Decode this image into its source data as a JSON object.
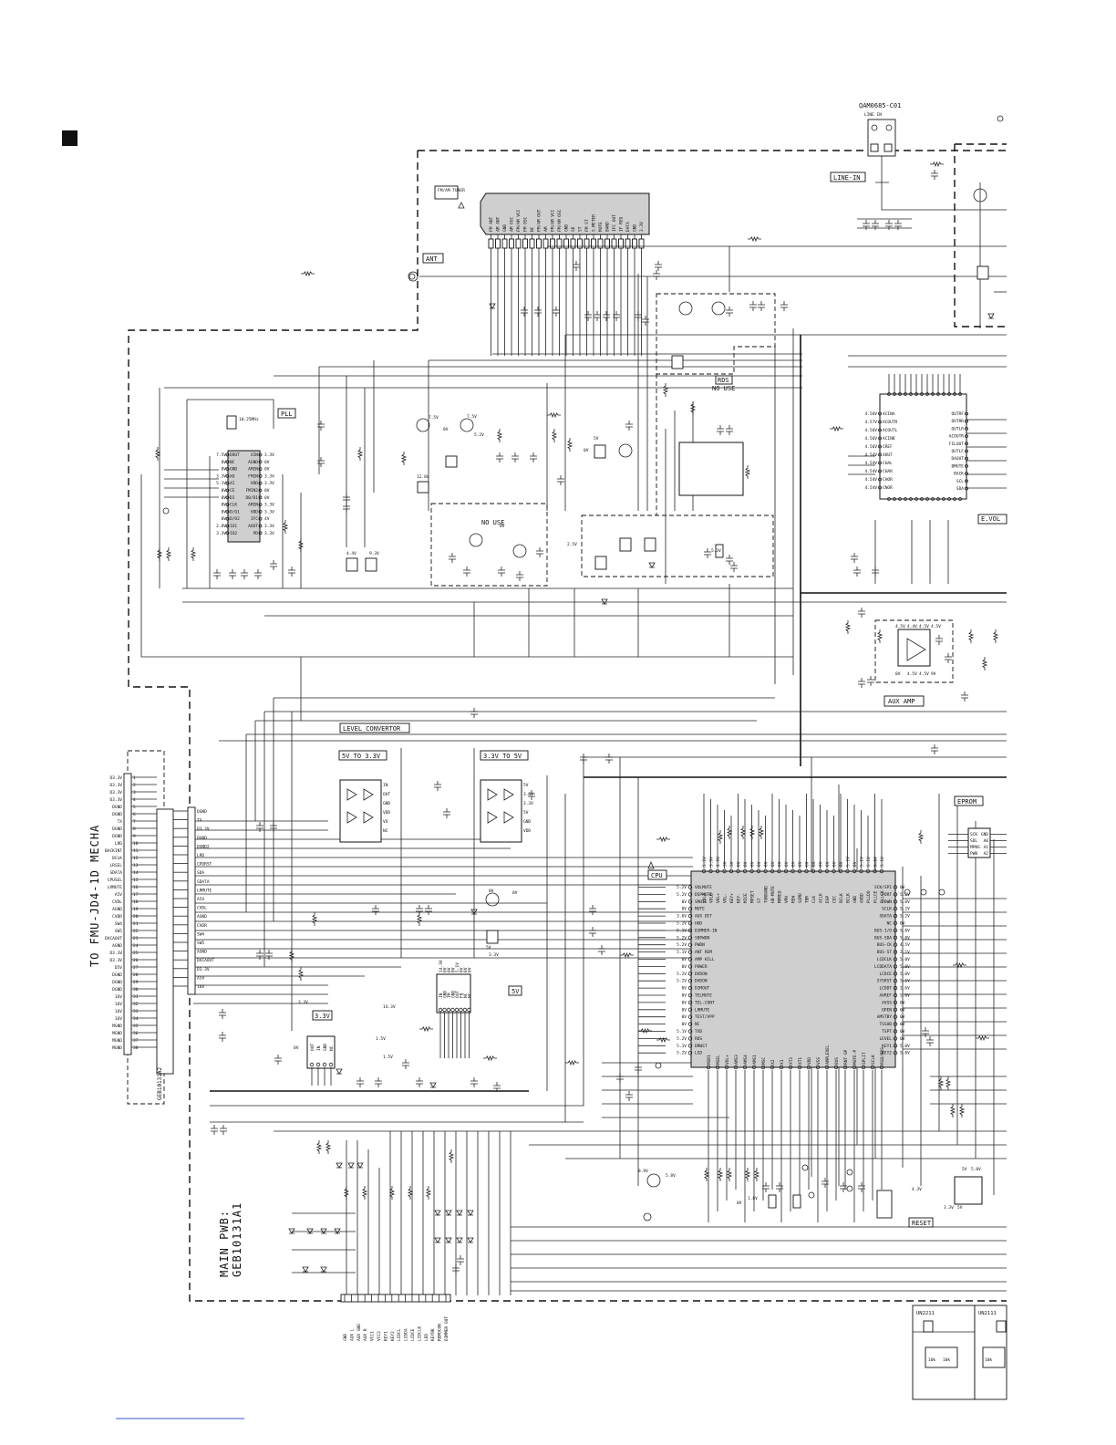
{
  "part_number": "QAM0685-C01",
  "bottom_line_color": "#3a55d8",
  "blocks": {
    "line_in": "LINE-IN",
    "line_in_jack": "LINE IN",
    "tuner": "FM/AM TUNER",
    "ant": "ANT",
    "pll": "PLL",
    "crystal": "10.25MHz",
    "rds": "RDS",
    "rds_note": "NO USE",
    "no_use": "NO USE",
    "e_vol": "E.VOL",
    "aux_amp": "AUX AMP",
    "level_convertor": "LEVEL CONVERTOR",
    "conv_5_to_33": "5V TO 3.3V",
    "conv_33_to_5": "3.3V TO 5V",
    "cpu": "CPU",
    "eprom": "EPROM",
    "reg_5v": "5V",
    "reg_33v": "3.3V",
    "reset": "RESET",
    "un2211": "UN2211",
    "un2111": "UN2111",
    "r10k": "10k",
    "r10k_2": "10k",
    "r10k_3": "10k"
  },
  "side_texts": {
    "to_mecha": "TO FMU-JD4-1D MECHA",
    "main_pwb": "MAIN PWB:",
    "main_pwb_no": "GEB10131A1",
    "conn_pwb": "GEB10131A2"
  },
  "tuner_pins": [
    "FM ANT",
    "AM ANT",
    "GND",
    "AM OSC",
    "FM/AM VCC",
    "FM OSC",
    "NC",
    "FM/AM OUT",
    "AM",
    "FM/AM VCC",
    "FM/AM OSC",
    "GND",
    "SD",
    "ST",
    "FM ST",
    "S.METER",
    "MUTE",
    "BAND",
    "IFC OUT",
    "IF REQ",
    "DATA",
    "GND",
    "3.3V"
  ],
  "mecha_conn": [
    "D3.3V",
    "D3.3V",
    "D3.3V",
    "D3.3V",
    "DGND",
    "DGND",
    "TX",
    "DGND",
    "DGND",
    "LRD",
    "BACKINT",
    "BCLK",
    "LRSEL",
    "SDATA",
    "CPUSEL",
    "LRMUTE",
    "A5V",
    "CVDL",
    "AGND",
    "CVDR",
    "SW4",
    "SW5",
    "DACAOUT",
    "AGND",
    "D3.3V",
    "D3.3V",
    "D5V",
    "DGND",
    "DGND",
    "DGND",
    "16V",
    "16V",
    "16V",
    "16V",
    "MGND",
    "MGND",
    "MGND",
    "MGND"
  ],
  "main_conn": [
    "DGND",
    "TX",
    "D3.3V",
    "DGND",
    "DGND2",
    "LRD",
    "CPURST",
    "SDA",
    "SDATA",
    "LRMUTE",
    "A5V",
    "CVDL",
    "AGND",
    "CVDR",
    "SW4",
    "SW5",
    "AGND",
    "DACAOUT",
    "D3.3V",
    "A5V",
    "16V"
  ],
  "bottom_conn": [
    "GND",
    "AUX L",
    "AUX GND",
    "AUX R",
    "VCC1",
    "VCC2",
    "KEY1",
    "KEY2",
    "LCDCL",
    "LCDDA",
    "LCDCE",
    "LCDCLK",
    "LED",
    "KEYBK",
    "REMOCON",
    "DIMMER OUT"
  ],
  "pll_pins_l": [
    "DOUT",
    "NC",
    "GND",
    "XO",
    "XI",
    "CE",
    "DI",
    "CLK",
    "D/O1",
    "D/O2",
    "IO1",
    "IO2"
  ],
  "pll_pins_r": [
    "XIN",
    "AGND",
    "AMIN",
    "FMIN",
    "VDD",
    "FMIN2",
    "D0/D1",
    "AMIN",
    "VDD",
    "IFC",
    "AOUT",
    "PD"
  ],
  "pll_v_l": [
    "7.5V",
    "0V",
    "0V",
    "3.3V",
    "5.1V",
    "0V",
    "0V",
    "0V",
    "0V",
    "0V",
    "2.8V",
    "3.3V"
  ],
  "pll_v_r": [
    "3.3V",
    "0V",
    "0V",
    "3.3V",
    "3.3V",
    "0V",
    "0V",
    "3.3V",
    "3.3V",
    "4V",
    "3.3V",
    "3.3V"
  ],
  "evol_pins_l": [
    "ACINA",
    "ACOUTR",
    "ACOUTL",
    "ACINB",
    "CREF",
    "XOUT",
    "CHAL",
    "CHAR",
    "CHOR",
    "CNOR"
  ],
  "evol_pins_r": [
    "OUTRF",
    "OUTRR",
    "OUTLR",
    "ACOUTR",
    "FILOUT",
    "OUTLF",
    "DAOUT",
    "BMUTE",
    "BACK",
    "SCL",
    "SDA"
  ],
  "evol_v": [
    "4.56V",
    "4.57V",
    "4.56V",
    "4.56V",
    "4.56V",
    "4.54V",
    "4.54V",
    "4.54V",
    "4.54V",
    "4.54V"
  ],
  "cpu_pins_l": [
    "VOLMUTE",
    "DSPMUTE",
    "SMUTE",
    "MUTE",
    "AUX DET",
    "HOD",
    "DIMMER-IN",
    "SBPWDN",
    "PWDN",
    "ANT REM",
    "AMP KILL",
    "POWER",
    "DVDON",
    "DVDON",
    "DIMOUT",
    "TELMUTE",
    "TEL-CONT",
    "LRMUTE",
    "TEST/VPP",
    "NC",
    "TXD",
    "RDS",
    "DRWST",
    "LED"
  ],
  "cpu_pins_r": [
    "SCK/SPI",
    "PORT",
    "PDWN",
    "SCLK",
    "SDATA",
    "NC",
    "BUS-I/O",
    "BUS-SDA",
    "BUS-CK",
    "BUS-ST",
    "LCDCLK",
    "LCDDATA",
    "LCDCE",
    "SYSRST",
    "LCDDT",
    "AVREF",
    "AVSS",
    "OPEN",
    "AMSTBY",
    "TSSUB",
    "TSPT",
    "LEVEL",
    "KEY1",
    "KEY2"
  ],
  "cpu_v_l": [
    "5.2V",
    "5.2V",
    "0V",
    "0V",
    "3.6V",
    "5.2V",
    "5.1V",
    "5.2V",
    "5.2V",
    "5.1V",
    "0V",
    "0V",
    "5.2V",
    "5.2V",
    "0V",
    "0V",
    "0V",
    "0V",
    "0V",
    "0V",
    "5.1V",
    "5.2V",
    "5.1V",
    "5.2V"
  ],
  "cpu_v_r": [
    "0V",
    "5.2V",
    "5.0V",
    "5.2V",
    "5.2V",
    "0V",
    "5.0V",
    "5.0V",
    "4.5V",
    "2.1V",
    "5.0V",
    "5.0V",
    "5.0V",
    "5.1V",
    "2.6V",
    "5.0V",
    "0V",
    "0V",
    "0V",
    "0V",
    "0V",
    "0V",
    "5.0V",
    "5.0V"
  ],
  "cpu_pins_t": [
    "VOLA",
    "VOLB",
    "VOL+",
    "VOL-",
    "KEY+",
    "KEY-",
    "MICE",
    "MPSET",
    "ST",
    "TUNBAND",
    "HB-MUTE",
    "MPREQ",
    "VPH",
    "REW",
    "SCMD",
    "TBR",
    "CLK",
    "ACLK",
    "DSP",
    "CEC",
    "BCLK",
    "BCLK",
    "GND",
    "AVDD",
    "PLLDO",
    "PLLCE",
    "PLLCK"
  ],
  "cpu_pins_b": [
    "MSR1",
    "MSEL",
    "VOL+",
    "AMS3",
    "AMS4",
    "AMS1",
    "MSC",
    "X2",
    "X1",
    "XT2",
    "XT1",
    "VDD",
    "VSS",
    "AMPLEVEL",
    "BUS",
    "RNT-SP",
    "MUTE-P",
    "SPLIT",
    "SCLK",
    "RGB/RDS"
  ],
  "cpu_v_t": [
    "5.1V",
    "3.9V",
    "4.9V",
    "3V",
    "3V",
    "0V",
    "0V",
    "0V",
    "0V",
    "0V",
    "0V",
    "0V",
    "0V",
    "0V",
    "0V",
    "0V",
    "0V",
    "0V",
    "0V",
    "0V",
    "0V",
    "5.1V",
    "0V",
    "5.1V",
    "5.1V",
    "5.1V",
    "5.1V"
  ],
  "eprom_pins": [
    "SCK",
    "SDL",
    "MPNS",
    "PWB",
    "GND",
    "A0",
    "A1",
    "A2"
  ],
  "reg5_pins": [
    "IN",
    "GND",
    "TM",
    "GND",
    "OUT",
    "FB",
    "NC",
    "NC"
  ],
  "reg5_v": [
    "14.3V",
    "0V",
    "0V",
    "0V",
    "5.1V",
    "0V",
    "0V",
    "0V"
  ],
  "reg33_pins": [
    "OUT",
    "IN",
    "GND",
    "NC"
  ],
  "aux_v": [
    "4.5V",
    "4.4V",
    "4.5V",
    "4.5V",
    "0V",
    "4.5V",
    "4.5V",
    "9V"
  ],
  "ic_pins": [
    "IN",
    "OUT",
    "GND",
    "VDD",
    "VO",
    "NC",
    "5V",
    "3.3V",
    "3.3V",
    "5V",
    "GND",
    "VDD"
  ],
  "misc_volts": [
    "7.5V",
    "7.5V",
    "5.2V",
    "0V",
    "12.8V",
    "0V",
    "2.5V",
    "0V",
    "5.3V",
    "4.4V",
    "9.3V",
    "5V",
    "14.3V",
    "3.3V",
    "0V",
    "1.5V",
    "1.5V",
    "0V",
    "3.3V",
    "5V",
    "0V",
    "8.9V",
    "5.8V",
    "5V",
    "3.3V",
    "5V",
    "5.0V",
    "4.3V",
    "1.8V",
    "0V"
  ]
}
